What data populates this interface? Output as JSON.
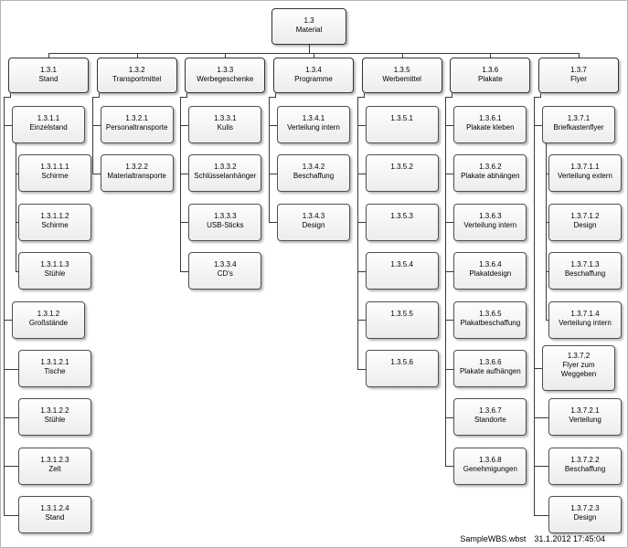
{
  "app": {
    "type": "wbs-chart"
  },
  "footer": {
    "file": "SampleWBS.wbst",
    "datetime": "31.1.2012 17:45:04"
  },
  "colors": {
    "canvas_border": "#b5b5b5",
    "box_border": "#4f4f4f",
    "box_border_strong": "#333333",
    "box_fill_top": "#fefefe",
    "box_fill_bottom": "#ececec",
    "line": "#3a3a3a",
    "text": "#000000"
  },
  "root": {
    "id": "1.3",
    "label": "Material"
  },
  "columns": [
    {
      "top": {
        "id": "1.3.1",
        "label": "Stand"
      },
      "children": [
        {
          "id": "1.3.1.1",
          "label": "Einzelstand",
          "level": 1
        },
        {
          "id": "1.3.1.1.1",
          "label": "Schirme",
          "level": 2
        },
        {
          "id": "1.3.1.1.2",
          "label": "Schirme",
          "level": 2
        },
        {
          "id": "1.3.1.1.3",
          "label": "Stühle",
          "level": 2
        },
        {
          "id": "1.3.1.2",
          "label": "Großstände",
          "level": 1
        },
        {
          "id": "1.3.1.2.1",
          "label": "Tische",
          "level": 2
        },
        {
          "id": "1.3.1.2.2",
          "label": "Stühle",
          "level": 2
        },
        {
          "id": "1.3.1.2.3",
          "label": "Zelt",
          "level": 2
        },
        {
          "id": "1.3.1.2.4",
          "label": "Stand",
          "level": 2
        }
      ]
    },
    {
      "top": {
        "id": "1.3.2",
        "label": "Transportmittel"
      },
      "children": [
        {
          "id": "1.3.2.1",
          "label": "Personaltransporte",
          "level": 1
        },
        {
          "id": "1.3.2.2",
          "label": "Materialtransporte",
          "level": 1
        }
      ]
    },
    {
      "top": {
        "id": "1.3.3",
        "label": "Werbegeschenke"
      },
      "children": [
        {
          "id": "1.3.3.1",
          "label": "Kulis",
          "level": 1
        },
        {
          "id": "1.3.3.2",
          "label": "Schlüsselanhänger",
          "level": 1
        },
        {
          "id": "1.3.3.3",
          "label": "USB-Sticks",
          "level": 1
        },
        {
          "id": "1.3.3.4",
          "label": "CD's",
          "level": 1
        }
      ]
    },
    {
      "top": {
        "id": "1.3.4",
        "label": "Programme"
      },
      "children": [
        {
          "id": "1.3.4.1",
          "label": "Verteilung intern",
          "level": 1
        },
        {
          "id": "1.3.4.2",
          "label": "Beschaffung",
          "level": 1
        },
        {
          "id": "1.3.4.3",
          "label": "Design",
          "level": 1
        }
      ]
    },
    {
      "top": {
        "id": "1.3.5",
        "label": "Werbemittel"
      },
      "children": [
        {
          "id": "1.3.5.1",
          "label": "",
          "level": 1
        },
        {
          "id": "1.3.5.2",
          "label": "",
          "level": 1
        },
        {
          "id": "1.3.5.3",
          "label": "",
          "level": 1
        },
        {
          "id": "1.3.5.4",
          "label": "",
          "level": 1
        },
        {
          "id": "1.3.5.5",
          "label": "",
          "level": 1
        },
        {
          "id": "1.3.5.6",
          "label": "",
          "level": 1
        }
      ]
    },
    {
      "top": {
        "id": "1.3.6",
        "label": "Plakate"
      },
      "children": [
        {
          "id": "1.3.6.1",
          "label": "Plakate kleben",
          "level": 1
        },
        {
          "id": "1.3.6.2",
          "label": "Plakate abhängen",
          "level": 1
        },
        {
          "id": "1.3.6.3",
          "label": "Verteilung intern",
          "level": 1
        },
        {
          "id": "1.3.6.4",
          "label": "Plakatdesign",
          "level": 1
        },
        {
          "id": "1.3.6.5",
          "label": "Plakatbeschaffung",
          "level": 1
        },
        {
          "id": "1.3.6.6",
          "label": "Plakate aufhängen",
          "level": 1
        },
        {
          "id": "1.3.6.7",
          "label": "Standorte",
          "level": 1
        },
        {
          "id": "1.3.6.8",
          "label": "Genehmigungen",
          "level": 1
        }
      ]
    },
    {
      "top": {
        "id": "1.3.7",
        "label": "Flyer"
      },
      "children": [
        {
          "id": "1.3.7.1",
          "label": "Briefkastenflyer",
          "level": 1
        },
        {
          "id": "1.3.7.1.1",
          "label": "Verteilung extern",
          "level": 2
        },
        {
          "id": "1.3.7.1.2",
          "label": "Design",
          "level": 2
        },
        {
          "id": "1.3.7.1.3",
          "label": "Beschaffung",
          "level": 2
        },
        {
          "id": "1.3.7.1.4",
          "label": "Verteilung intern",
          "level": 2
        },
        {
          "id": "1.3.7.2",
          "label": "Flyer zum Weggeben",
          "level": 1,
          "tall": true
        },
        {
          "id": "1.3.7.2.1",
          "label": "Verteilung",
          "level": 2
        },
        {
          "id": "1.3.7.2.2",
          "label": "Beschaffung",
          "level": 2
        },
        {
          "id": "1.3.7.2.3",
          "label": "Design",
          "level": 2
        }
      ]
    }
  ]
}
